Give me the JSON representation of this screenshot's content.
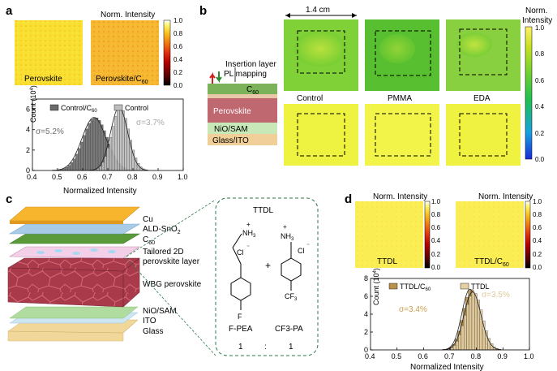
{
  "panels": {
    "a": {
      "letter": "a",
      "map_left_label": "Perovskite",
      "map_right_label": "Perovskite/C",
      "map_right_sub": "60",
      "colorbar_title": "Norm. Intensity",
      "colorbar_ticks": [
        "0.0",
        "0.2",
        "0.4",
        "0.6",
        "0.8",
        "1.0"
      ],
      "legend_dark": "Control/C",
      "legend_dark_sub": "60",
      "legend_light": "Control",
      "sigma_dark": "σ=5.2%",
      "sigma_light": "σ=3.7%",
      "ylabel": "Count (10",
      "ylabel_sup": "4",
      "ylabel_end": ")",
      "xlabel": "Normalized Intensity",
      "x_ticks": [
        "0.4",
        "0.5",
        "0.6",
        "0.7",
        "0.8",
        "0.9",
        "1.0"
      ],
      "y_ticks": [
        "0",
        "2",
        "4",
        "6"
      ]
    },
    "b": {
      "letter": "b",
      "scale_label": "1.4 cm",
      "colorbar_title_1": "Norm.",
      "colorbar_title_2": "Intensity",
      "colorbar_ticks": [
        "0.0",
        "0.2",
        "0.4",
        "0.6",
        "0.8",
        "1.0"
      ],
      "insertion_label": "Insertion layer",
      "pl_label": "PL mapping",
      "stack_c60": "C",
      "stack_c60_sub": "60",
      "stack_perovskite": "Perovskite",
      "stack_nio": "NiO/SAM",
      "stack_glass": "Glass/ITO",
      "cond_control": "Control",
      "cond_pmma": "PMMA",
      "cond_eda": "EDA"
    },
    "c": {
      "letter": "c",
      "layer_cu": "Cu",
      "layer_ald": "ALD-SnO",
      "layer_ald_sub": "2",
      "layer_c60": "C",
      "layer_c60_sub": "60",
      "layer_2d_1": "Tailored 2D",
      "layer_2d_2": "perovskite layer",
      "layer_wbg": "WBG perovskite",
      "layer_nio": "NiO/SAM",
      "layer_ito": "ITO",
      "layer_glass": "Glass",
      "ttdl": "TTDL",
      "mol1_name": "F-PEA",
      "mol2_name": "CF3-PA",
      "plus": "+",
      "ratio_1": "1",
      "ratio_colon": ":",
      "ratio_2": "1",
      "nh3": "NH",
      "nh3_sub": "3",
      "cl": "Cl",
      "f": "F",
      "cf3": "CF",
      "cf3_sub": "3"
    },
    "d": {
      "letter": "d",
      "map_left_label": "TTDL",
      "map_right_label": "TTDL/C",
      "map_right_sub": "60",
      "colorbar_title": "Norm. Intensity",
      "colorbar_ticks": [
        "0.0",
        "0.2",
        "0.4",
        "0.6",
        "0.8",
        "1.0"
      ],
      "legend_dark": "TTDL/C",
      "legend_dark_sub": "60",
      "legend_light": "TTDL",
      "sigma_dark": "σ=3.4%",
      "sigma_light": "σ=3.5%",
      "ylabel": "Count (10",
      "ylabel_sup": "4",
      "ylabel_end": ")",
      "xlabel": "Normalized Intensity",
      "x_ticks": [
        "0.4",
        "0.5",
        "0.6",
        "0.7",
        "0.8",
        "0.9",
        "1.0"
      ],
      "y_ticks": [
        "0",
        "2",
        "4",
        "6",
        "8"
      ]
    }
  },
  "colors": {
    "hot_colormap": [
      "#000000",
      "#5a0000",
      "#b30000",
      "#e03010",
      "#f07a10",
      "#f8c020",
      "#fff26a",
      "#ffffff"
    ],
    "jet_colormap": [
      "#1a2ad8",
      "#18a0e0",
      "#20c050",
      "#70d030",
      "#c8e020",
      "#fff26a"
    ],
    "hist_dark": "#6b6b6b",
    "hist_light": "#bdbdbd",
    "hist_gold_dark": "#b8924a",
    "hist_gold_light": "#e6cfa0",
    "sigma_dark_color": "#6b6b6b",
    "sigma_light_color": "#a8a8a8",
    "sigma_gold_dark": "#c8a050",
    "sigma_gold_light": "#e0c898"
  },
  "chart_data": [
    {
      "type": "bar",
      "panel": "a",
      "xlabel": "Normalized Intensity",
      "ylabel": "Count (10^4)",
      "xlim": [
        0.4,
        1.0
      ],
      "ylim": [
        0,
        7
      ],
      "series": [
        {
          "name": "Control/C60",
          "center": 0.645,
          "sigma": 0.048,
          "peak": 5.2
        },
        {
          "name": "Control",
          "center": 0.745,
          "sigma": 0.034,
          "peak": 6.2
        }
      ],
      "annotations": [
        "σ=5.2%",
        "σ=3.7%"
      ]
    },
    {
      "type": "bar",
      "panel": "d",
      "xlabel": "Normalized Intensity",
      "ylabel": "Count (10^4)",
      "xlim": [
        0.4,
        1.0
      ],
      "ylim": [
        0,
        8
      ],
      "series": [
        {
          "name": "TTDL/C60",
          "center": 0.775,
          "sigma": 0.03,
          "peak": 6.8
        },
        {
          "name": "TTDL",
          "center": 0.785,
          "sigma": 0.032,
          "peak": 6.5
        }
      ],
      "annotations": [
        "σ=3.4%",
        "σ=3.5%"
      ]
    }
  ]
}
